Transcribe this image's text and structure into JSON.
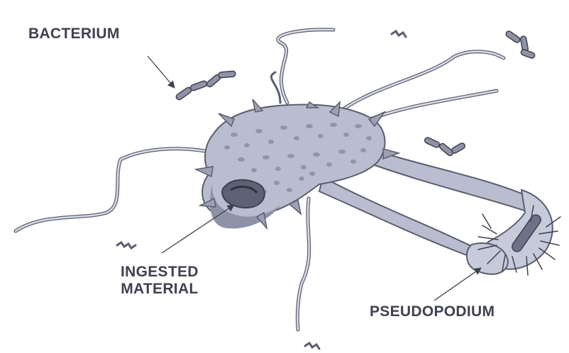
{
  "diagram": {
    "labels": {
      "bacterium": "BACTERIUM",
      "ingested_line1": "INGESTED",
      "ingested_line2": "MATERIAL",
      "pseudopodium": "PSEUDOPODIUM"
    },
    "colors": {
      "label_text": "#3f4150",
      "cell_fill": "#b9bdcf",
      "cell_shade": "#8d92a6",
      "organelle": "#8a8fa3",
      "outline": "#5b5e6e",
      "bacterium_fill": "#8f93a5"
    }
  }
}
